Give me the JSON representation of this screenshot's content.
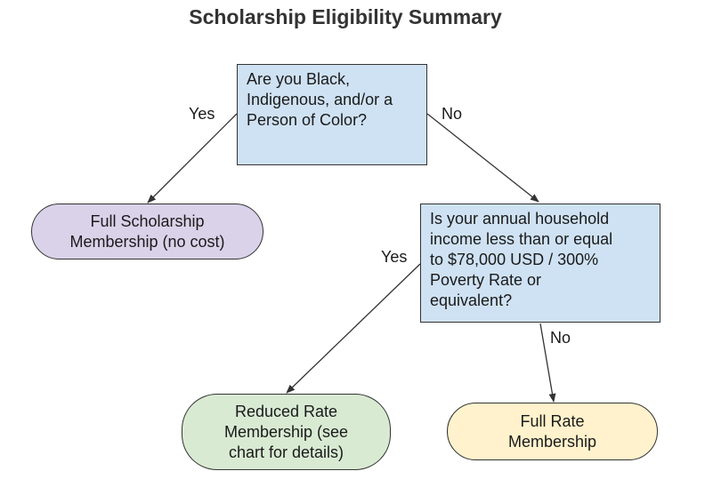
{
  "title": "Scholarship Eligibility Summary",
  "colors": {
    "decision_fill": "#cfe2f3",
    "full_scholarship_fill": "#d9d2e9",
    "reduced_rate_fill": "#d9ead3",
    "full_rate_fill": "#fff2cc",
    "stroke": "#333333"
  },
  "nodes": {
    "q1": {
      "text": "Are you Black,\nIndigenous, and/or a\nPerson of Color?"
    },
    "q2": {
      "text": "Is your annual household\nincome less than or equal\nto $78,000 USD / 300%\nPoverty Rate or\nequivalent?"
    },
    "full_scholarship": {
      "text": "Full Scholarship\nMembership (no cost)"
    },
    "reduced_rate": {
      "text": "Reduced Rate\nMembership (see\nchart for details)"
    },
    "full_rate": {
      "text": "Full Rate\nMembership"
    }
  },
  "edges": {
    "q1_yes": "Yes",
    "q1_no": "No",
    "q2_yes": "Yes",
    "q2_no": "No"
  }
}
